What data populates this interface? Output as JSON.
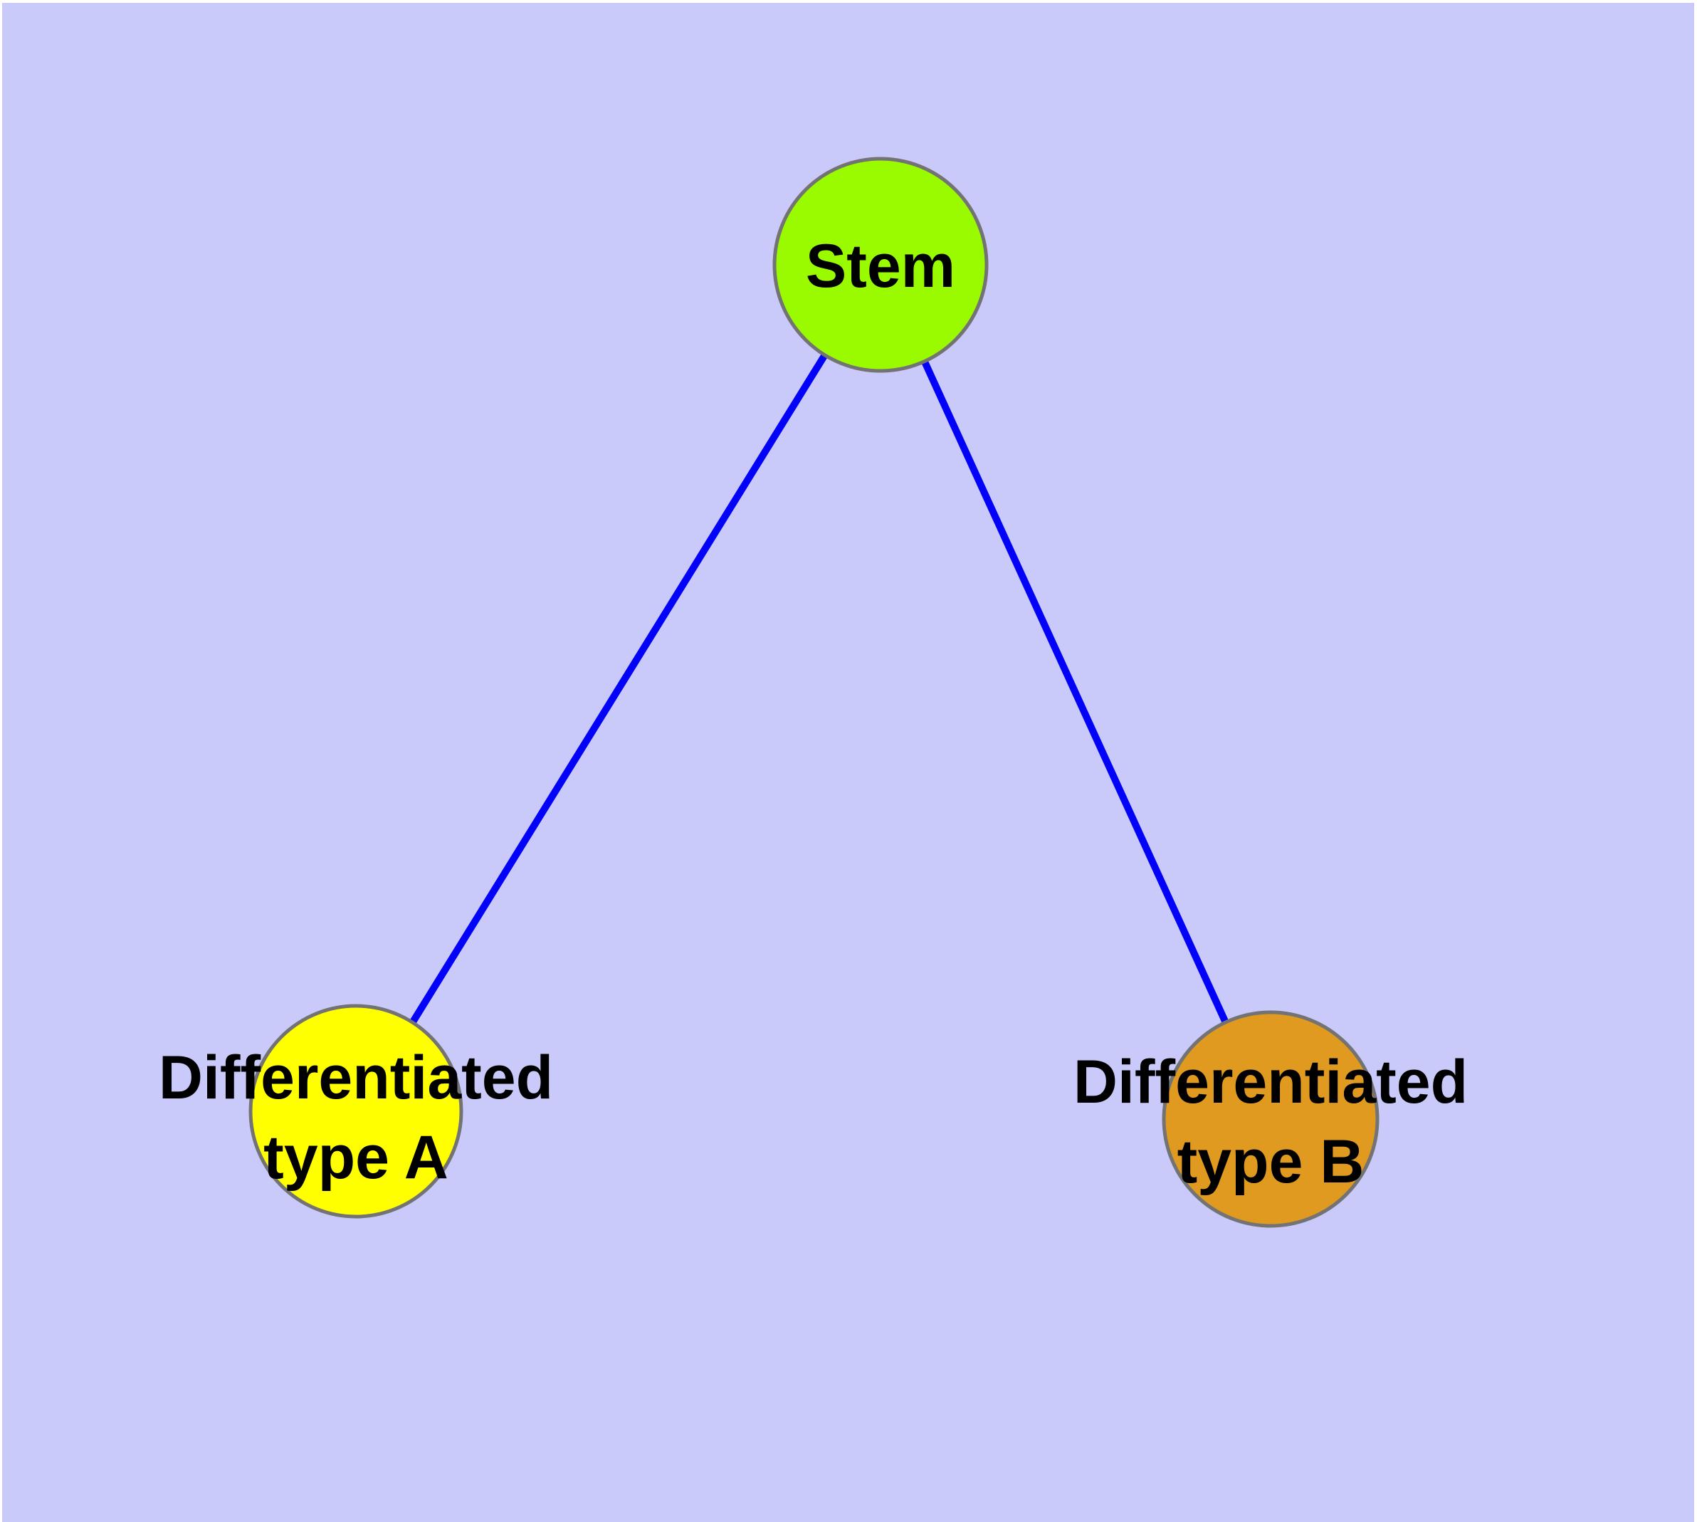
{
  "diagram": {
    "type": "graph",
    "background_color": "#CACAFA",
    "edge_color": "#0202FA",
    "node_border_color": "#737373",
    "text_color": "#000000",
    "nodes": {
      "stem": {
        "label": "Stem",
        "color": "#9AFB00"
      },
      "type_a": {
        "label_line1": "Differentiated",
        "label_line2": "type A",
        "color": "#FFFF00"
      },
      "type_b": {
        "label_line1": "Differentiated",
        "label_line2": "type B",
        "color": "#E09A20"
      }
    },
    "edges": [
      {
        "from": "Stem",
        "to": "Differentiated type A"
      },
      {
        "from": "Stem",
        "to": "Differentiated type B"
      }
    ]
  }
}
